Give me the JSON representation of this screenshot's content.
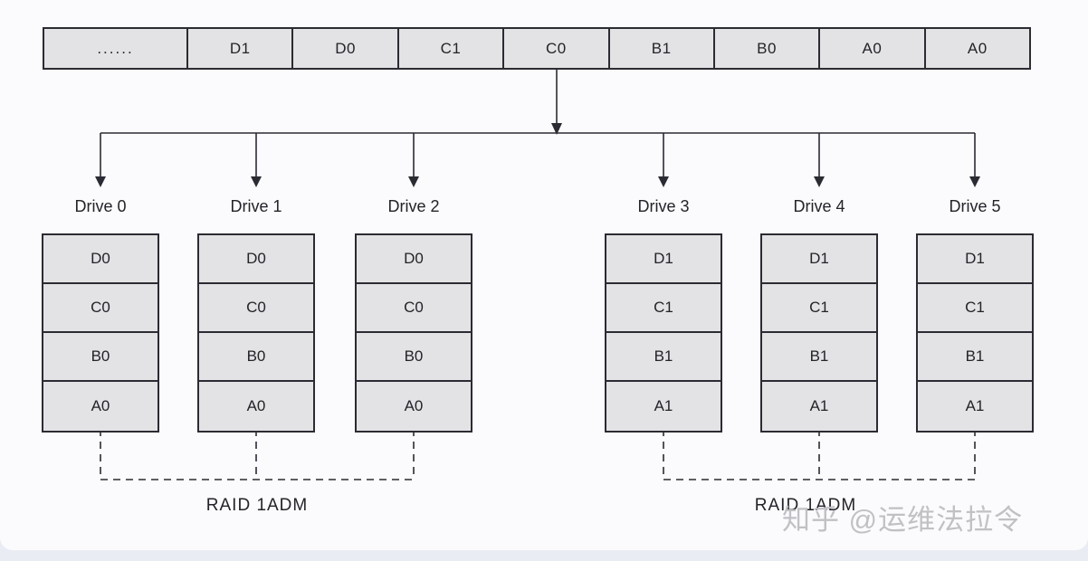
{
  "stream_bar": {
    "cells": [
      "......",
      "D1",
      "D0",
      "C1",
      "C0",
      "B1",
      "B0",
      "A0",
      "A0"
    ]
  },
  "drives": [
    {
      "name": "Drive 0",
      "blocks": [
        "D0",
        "C0",
        "B0",
        "A0"
      ]
    },
    {
      "name": "Drive 1",
      "blocks": [
        "D0",
        "C0",
        "B0",
        "A0"
      ]
    },
    {
      "name": "Drive 2",
      "blocks": [
        "D0",
        "C0",
        "B0",
        "A0"
      ]
    },
    {
      "name": "Drive 3",
      "blocks": [
        "D1",
        "C1",
        "B1",
        "A1"
      ]
    },
    {
      "name": "Drive 4",
      "blocks": [
        "D1",
        "C1",
        "B1",
        "A1"
      ]
    },
    {
      "name": "Drive 5",
      "blocks": [
        "D1",
        "C1",
        "B1",
        "A1"
      ]
    }
  ],
  "groups": [
    {
      "label": "RAID 1ADM"
    },
    {
      "label": "RAID 1ADM"
    }
  ],
  "watermark": {
    "text": "知乎 @运维法拉令"
  },
  "colors": {
    "block_fill": "#e3e3e5",
    "line": "#2b2b33",
    "canvas_background": "#fbfbfd",
    "page_background": "#e9edf3",
    "watermark_text": "#c1c1c5"
  }
}
